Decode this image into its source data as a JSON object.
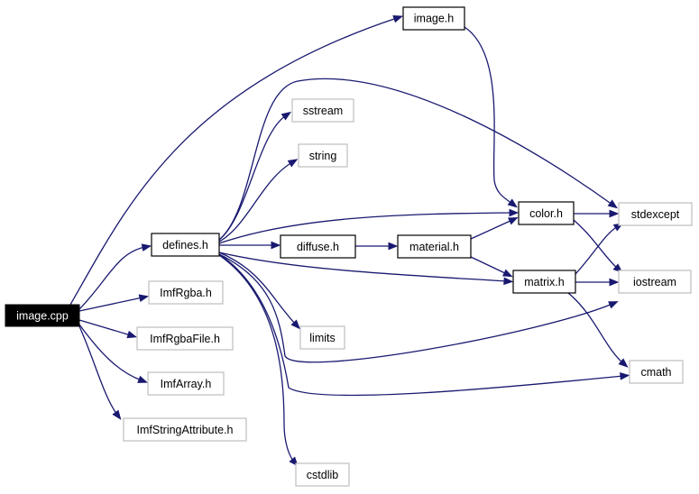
{
  "graph": {
    "nodes": {
      "image_cpp": {
        "label": "image.cpp",
        "style": "root"
      },
      "image_h": {
        "label": "image.h",
        "style": "local"
      },
      "sstream": {
        "label": "sstream",
        "style": "system"
      },
      "string": {
        "label": "string",
        "style": "system"
      },
      "defines_h": {
        "label": "defines.h",
        "style": "local"
      },
      "diffuse_h": {
        "label": "diffuse.h",
        "style": "local"
      },
      "material_h": {
        "label": "material.h",
        "style": "local"
      },
      "color_h": {
        "label": "color.h",
        "style": "local"
      },
      "stdexcept": {
        "label": "stdexcept",
        "style": "system"
      },
      "matrix_h": {
        "label": "matrix.h",
        "style": "local"
      },
      "iostream": {
        "label": "iostream",
        "style": "system"
      },
      "ImfRgba_h": {
        "label": "ImfRgba.h",
        "style": "system"
      },
      "ImfRgbaFile_h": {
        "label": "ImfRgbaFile.h",
        "style": "system"
      },
      "limits": {
        "label": "limits",
        "style": "system"
      },
      "ImfArray_h": {
        "label": "ImfArray.h",
        "style": "system"
      },
      "cmath": {
        "label": "cmath",
        "style": "system"
      },
      "ImfStringAttribute_h": {
        "label": "ImfStringAttribute.h",
        "style": "system"
      },
      "cstdlib": {
        "label": "cstdlib",
        "style": "system"
      }
    },
    "edges": [
      [
        "image_cpp",
        "image_h"
      ],
      [
        "image_cpp",
        "defines_h"
      ],
      [
        "image_cpp",
        "ImfRgba_h"
      ],
      [
        "image_cpp",
        "ImfRgbaFile_h"
      ],
      [
        "image_cpp",
        "ImfArray_h"
      ],
      [
        "image_cpp",
        "ImfStringAttribute_h"
      ],
      [
        "image_h",
        "color_h"
      ],
      [
        "defines_h",
        "sstream"
      ],
      [
        "defines_h",
        "string"
      ],
      [
        "defines_h",
        "stdexcept"
      ],
      [
        "defines_h",
        "color_h"
      ],
      [
        "defines_h",
        "diffuse_h"
      ],
      [
        "defines_h",
        "matrix_h"
      ],
      [
        "defines_h",
        "limits"
      ],
      [
        "defines_h",
        "iostream"
      ],
      [
        "defines_h",
        "cmath"
      ],
      [
        "defines_h",
        "cstdlib"
      ],
      [
        "diffuse_h",
        "material_h"
      ],
      [
        "material_h",
        "color_h"
      ],
      [
        "material_h",
        "matrix_h"
      ],
      [
        "color_h",
        "stdexcept"
      ],
      [
        "color_h",
        "iostream"
      ],
      [
        "matrix_h",
        "stdexcept"
      ],
      [
        "matrix_h",
        "iostream"
      ],
      [
        "matrix_h",
        "cmath"
      ]
    ]
  },
  "colors": {
    "edge": "#191970",
    "root_fill": "#000000",
    "root_text": "#ffffff",
    "local_border": "#000000",
    "system_border": "#bfbfbf",
    "text": "#000000"
  }
}
